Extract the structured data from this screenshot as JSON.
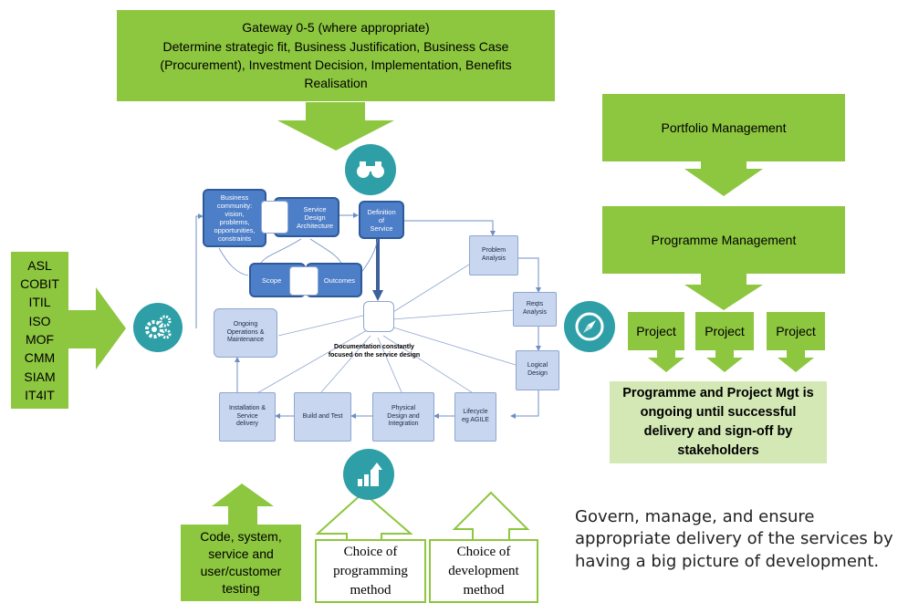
{
  "gateway": {
    "line1": "Gateway 0-5 (where appropriate)",
    "line2": "Determine strategic fit, Business Justification, Business Case",
    "line3": "(Procurement), Investment Decision, Implementation, Benefits",
    "line4": "Realisation"
  },
  "frameworks": [
    "ASL",
    "COBIT",
    "ITIL",
    "ISO",
    "MOF",
    "CMM",
    "SIAM",
    "IT4IT"
  ],
  "portfolio_label": "Portfolio Management",
  "programme_label": "Programme Management",
  "projects": [
    "Project",
    "Project",
    "Project"
  ],
  "programme_note": {
    "line1": "Programme and Project Mgt is",
    "line2": "ongoing until successful",
    "line3": "delivery and sign-off by",
    "line4": "stakeholders"
  },
  "testing": {
    "line1": "Code, system,",
    "line2": "service and",
    "line3": "user/customer",
    "line4": "testing"
  },
  "programming": {
    "line1": "Choice of",
    "line2": "programming",
    "line3": "method"
  },
  "development": {
    "line1": "Choice of",
    "line2": "development",
    "line3": "method"
  },
  "summary": {
    "line1": "Govern, manage, and ensure",
    "line2": "appropriate delivery of the services by",
    "line3": "having a big picture of development."
  },
  "diagram": {
    "business_community": {
      "l1": "Business",
      "l2": "community:",
      "l3": "vision,",
      "l4": "problems,",
      "l5": "opportunities,",
      "l6": "constraints"
    },
    "service_design": {
      "l1": "Service",
      "l2": "Design",
      "l3": "Architecture"
    },
    "definition": {
      "l1": "Definition",
      "l2": "of",
      "l3": "Service"
    },
    "scope": "Scope",
    "outcomes": "Outcomes",
    "problem_analysis": {
      "l1": "Problem",
      "l2": "Analysis"
    },
    "reqts_analysis": {
      "l1": "Reqts",
      "l2": "Analysis"
    },
    "logical_design": {
      "l1": "Logical",
      "l2": "Design"
    },
    "lifecycle": {
      "l1": "Lifecycle",
      "l2": "eg AGILE"
    },
    "physical_design": {
      "l1": "Physical",
      "l2": "Design and",
      "l3": "Integration"
    },
    "build_test": "Build and Test",
    "installation": {
      "l1": "Installation &",
      "l2": "Service",
      "l3": "delivery"
    },
    "operations": {
      "l1": "Ongoing",
      "l2": "Operations &",
      "l3": "Maintenance"
    },
    "documentation": {
      "l1": "Documentation constantly",
      "l2": "focused on the service design"
    }
  },
  "icons": [
    "binoculars-icon",
    "gears-icon",
    "compass-icon",
    "growth-chart-icon"
  ],
  "colors": {
    "green": "#8dc63f",
    "light_green": "#d3e8b4",
    "teal": "#2e9fa6",
    "blue": "#4d7ec8",
    "light_blue": "#c8d6ef"
  }
}
